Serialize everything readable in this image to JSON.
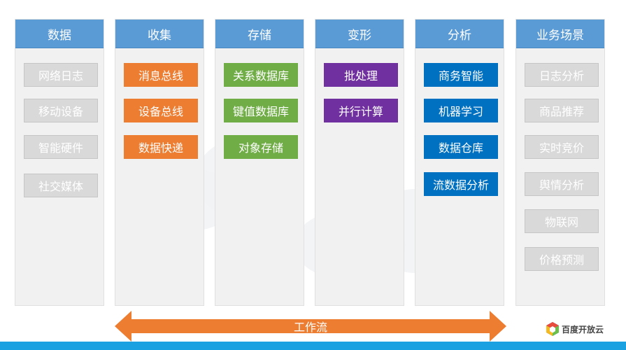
{
  "columns": [
    {
      "title": "数据",
      "items": [
        "网络日志",
        "移动设备",
        "智能硬件",
        "社交媒体"
      ]
    },
    {
      "title": "收集",
      "items": [
        "消息总线",
        "设备总线",
        "数据快递"
      ]
    },
    {
      "title": "存储",
      "items": [
        "关系数据库",
        "键值数据库",
        "对象存储"
      ]
    },
    {
      "title": "变形",
      "items": [
        "批处理",
        "并行计算"
      ]
    },
    {
      "title": "分析",
      "items": [
        "商务智能",
        "机器学习",
        "数据仓库",
        "流数据分析"
      ]
    },
    {
      "title": "业务场景",
      "items": [
        "日志分析",
        "商品推荐",
        "实时竞价",
        "舆情分析",
        "物联网",
        "价格预测"
      ]
    }
  ],
  "workflow_label": "工作流",
  "brand": {
    "name": "百度开放云",
    "icon": "baidu-cloud-logo-icon"
  },
  "colors": {
    "header": "#5b9bd5",
    "collect": "#ed7d31",
    "storage": "#70ad47",
    "transform": "#7030a0",
    "analysis": "#0070c0",
    "neutral": "#d9d9d9",
    "arrow": "#ed7d31",
    "footer_bar": "#1aa1e1"
  }
}
